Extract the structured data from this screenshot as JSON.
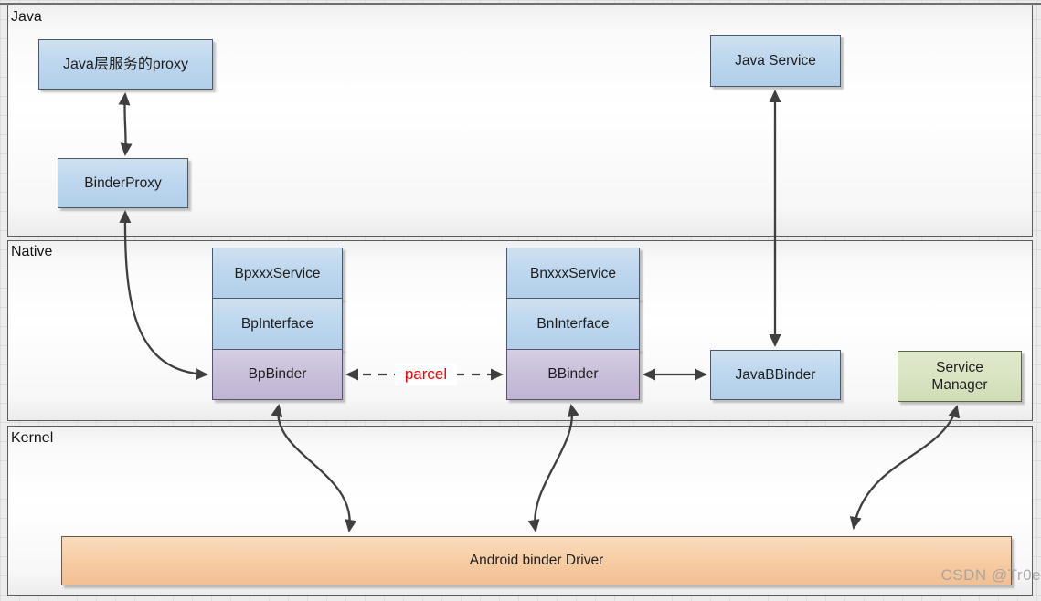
{
  "layers": {
    "java": "Java",
    "native": "Native",
    "kernel": "Kernel"
  },
  "boxes": {
    "java_proxy": "Java层服务的proxy",
    "binder_proxy": "BinderProxy",
    "java_service": "Java Service",
    "bpxxx_service": "BpxxxService",
    "bp_interface": "BpInterface",
    "bp_binder": "BpBinder",
    "bnxxx_service": "BnxxxService",
    "bn_interface": "BnInterface",
    "b_binder": "BBinder",
    "javab_binder": "JavaBBinder",
    "service_manager": "Service Manager",
    "binder_driver": "Android binder Driver"
  },
  "annotations": {
    "parcel_label": "parcel",
    "watermark": "CSDN @Tr0e"
  },
  "colors": {
    "box_blue": "#bdd7ee",
    "box_purple": "#c9bfda",
    "box_green": "#d8e4c2",
    "box_orange": "#f6cba2",
    "parcel_text": "#fe0000",
    "arrow": "#3f3f3f",
    "watermark": "#9f9f9f"
  }
}
